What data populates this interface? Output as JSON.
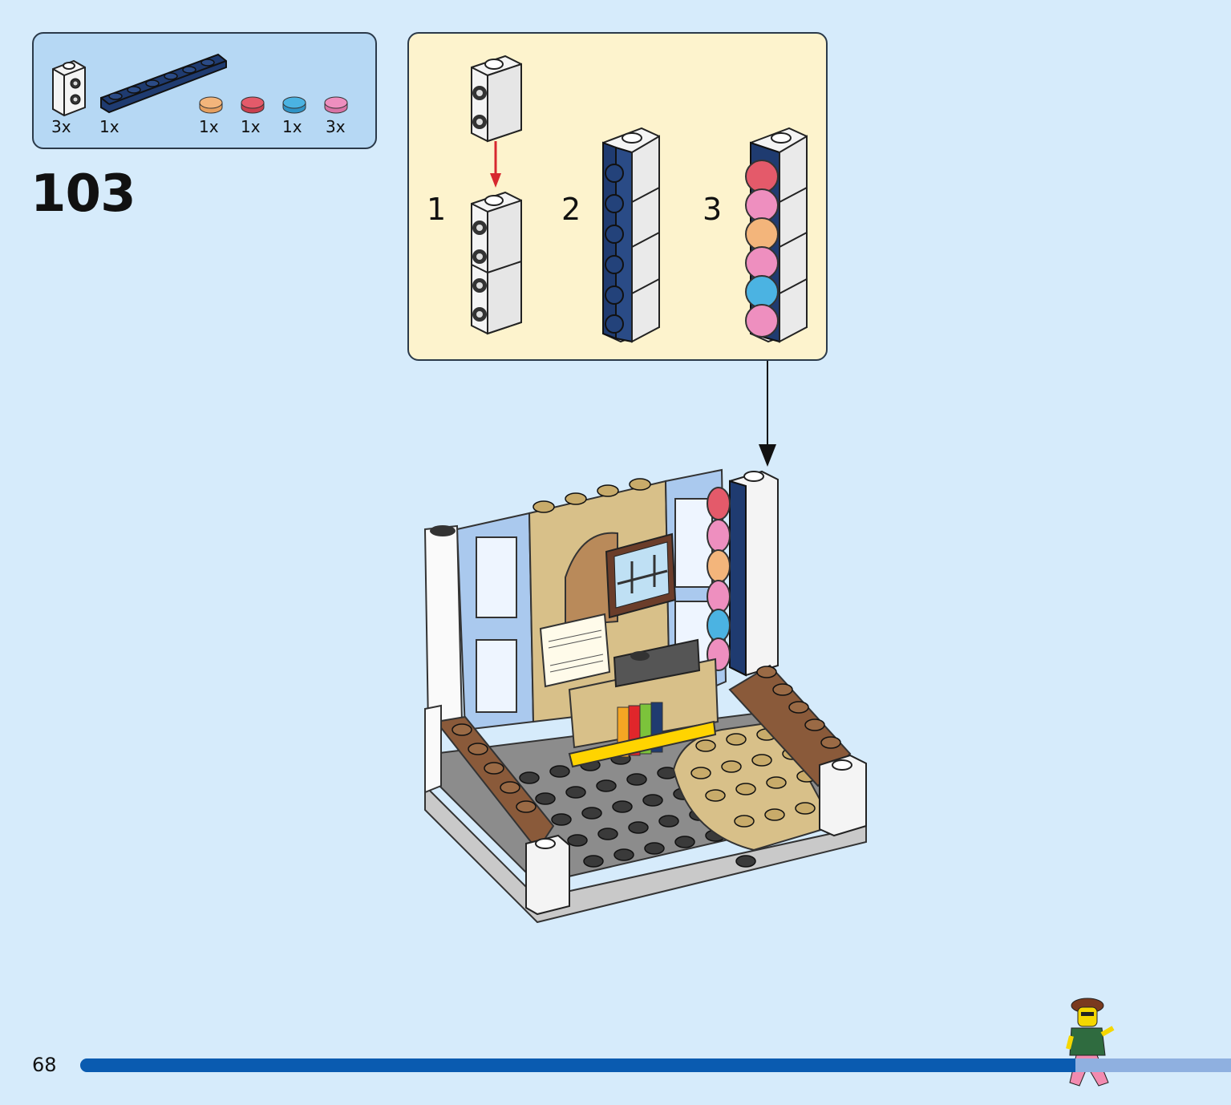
{
  "parts_list": {
    "items": [
      {
        "count": "3x",
        "part": "white brick 1x1 with studs on side",
        "color": "#f2f2f2"
      },
      {
        "count": "1x",
        "part": "dark blue plate 1x6",
        "color": "#1f3b70"
      },
      {
        "count": "1x",
        "part": "orange round tile",
        "color": "#f3b57b"
      },
      {
        "count": "1x",
        "part": "red round tile",
        "color": "#e45a6a"
      },
      {
        "count": "1x",
        "part": "blue round tile",
        "color": "#4bb3e2"
      },
      {
        "count": "3x",
        "part": "pink round tile",
        "color": "#ee8fbf"
      }
    ]
  },
  "step": {
    "number": "103"
  },
  "sub_assembly": {
    "steps": [
      "1",
      "2",
      "3"
    ]
  },
  "footer": {
    "page_number": "68",
    "progress": 0.865
  },
  "colors": {
    "background": "#d6ebfb",
    "parts_panel": "#b6d8f4",
    "sub_panel": "#fdf3cd",
    "progress": "#0a5bb0",
    "progress_track": "#8fb0e0"
  }
}
